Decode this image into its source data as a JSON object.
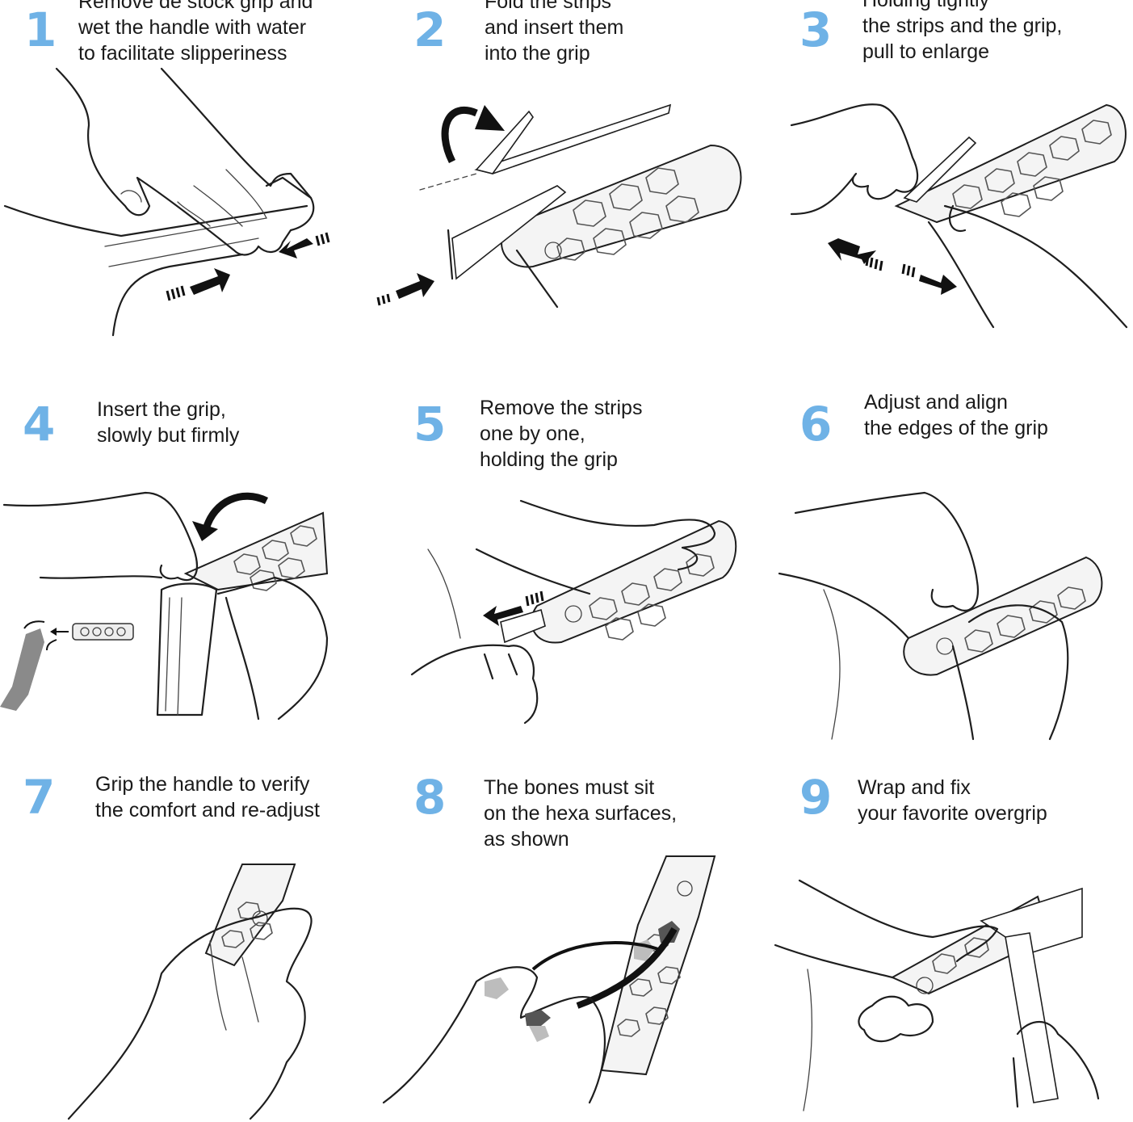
{
  "colors": {
    "step_number": "#6fb2e6",
    "text": "#1a1a1a",
    "line_art": "#1e1e1e",
    "background": "#ffffff"
  },
  "steps": [
    {
      "number": "1",
      "lines": [
        "Remove de stock grip and",
        "wet the handle with water",
        "to facilitate slipperiness"
      ]
    },
    {
      "number": "2",
      "lines": [
        "Fold the strips",
        "and insert them",
        "into the grip"
      ]
    },
    {
      "number": "3",
      "lines": [
        "Holding tightly",
        "the strips and the grip,",
        "pull to enlarge"
      ]
    },
    {
      "number": "4",
      "lines": [
        "Insert the grip,",
        "slowly but firmly"
      ]
    },
    {
      "number": "5",
      "lines": [
        "Remove the strips",
        "one by one,",
        "holding the grip"
      ]
    },
    {
      "number": "6",
      "lines": [
        "Adjust and align",
        "the edges of the grip"
      ]
    },
    {
      "number": "7",
      "lines": [
        "Grip the handle to verify",
        "the comfort and re-adjust"
      ]
    },
    {
      "number": "8",
      "lines": [
        "The bones must sit",
        "on the hexa surfaces,",
        "as shown"
      ]
    },
    {
      "number": "9",
      "lines": [
        "Wrap and fix",
        "your favorite overgrip"
      ]
    }
  ],
  "illustrations": [
    {
      "step": "1",
      "icons": [
        "hand-icon",
        "handle-icon",
        "push-arrow-icon"
      ]
    },
    {
      "step": "2",
      "icons": [
        "rotate-arrow-icon",
        "strip-icon",
        "grip-icon",
        "push-arrow-icon"
      ]
    },
    {
      "step": "3",
      "icons": [
        "hand-icon",
        "grip-icon",
        "pull-arrows-icon"
      ]
    },
    {
      "step": "4",
      "icons": [
        "hand-icon",
        "grip-icon",
        "curved-arrow-icon",
        "racket-icon"
      ]
    },
    {
      "step": "5",
      "icons": [
        "hand-icon",
        "grip-icon",
        "pull-arrow-icon"
      ]
    },
    {
      "step": "6",
      "icons": [
        "hand-icon",
        "grip-icon"
      ]
    },
    {
      "step": "7",
      "icons": [
        "hand-icon",
        "grip-icon"
      ]
    },
    {
      "step": "8",
      "icons": [
        "hand-icon",
        "grip-icon",
        "curved-arrow-icon"
      ]
    },
    {
      "step": "9",
      "icons": [
        "hand-icon",
        "grip-icon",
        "overgrip-icon"
      ]
    }
  ]
}
